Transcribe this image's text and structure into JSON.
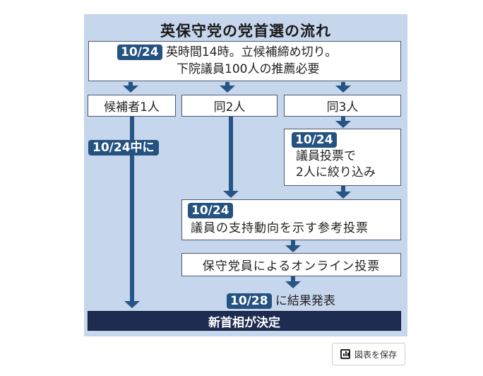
{
  "title": "英保守党の党首選の流れ",
  "top": {
    "date": "10/24",
    "line1": "英時間14時。立候補締め切り。",
    "line2": "下院議員100人の推薦必要"
  },
  "branches": [
    "候補者1人",
    "同2人",
    "同3人"
  ],
  "single": {
    "badge": "10/24中に"
  },
  "narrow": {
    "date": "10/24",
    "line1": "議員投票で",
    "line2": "2人に絞り込み"
  },
  "reference": {
    "date": "10/24",
    "text": "議員の支持動向を示す参考投票"
  },
  "online": "保守党員によるオンライン投票",
  "result": {
    "date": "10/28",
    "text": "に結果発表"
  },
  "final": "新首相が決定",
  "save_button": {
    "label": "図表を保存",
    "icon": "bar-chart-icon"
  },
  "colors": {
    "panel": "#c6d6ec",
    "accent": "#245281",
    "final": "#1f2c52"
  }
}
